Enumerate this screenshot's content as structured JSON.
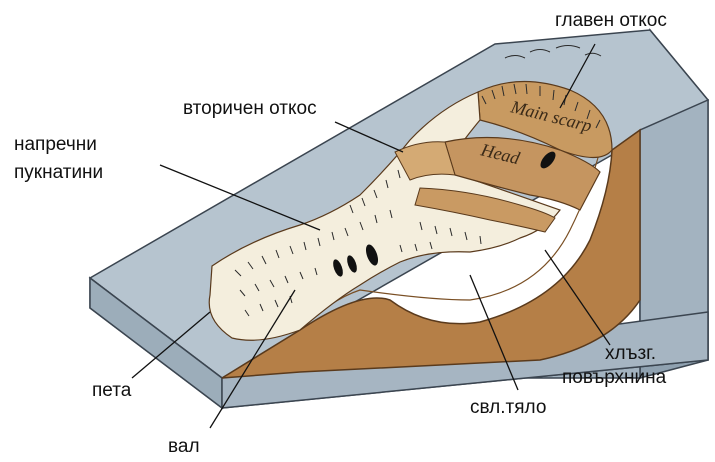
{
  "labels": {
    "main_scarp": "главен откос",
    "minor_scarp": "вторичен откос",
    "transverse_cracks_line1": "напречни",
    "transverse_cracks_line2": "пукнатини",
    "toe": "пета",
    "ridge": "вал",
    "landslide_body": "свл.тяло",
    "slip_surface_line1": "хлъзг.",
    "slip_surface_line2": "повърхнина"
  },
  "inner_labels": {
    "main_scarp": "Main scarp",
    "head": "Head"
  },
  "colors": {
    "block_top": "#b6c4cf",
    "block_front": "#a3b3c0",
    "block_side": "#8fa1b0",
    "slide_surface": "#f4eedd",
    "scarp_tan": "#c89a61",
    "earth_brown": "#b57f47",
    "earth_dark": "#9b6a38"
  }
}
